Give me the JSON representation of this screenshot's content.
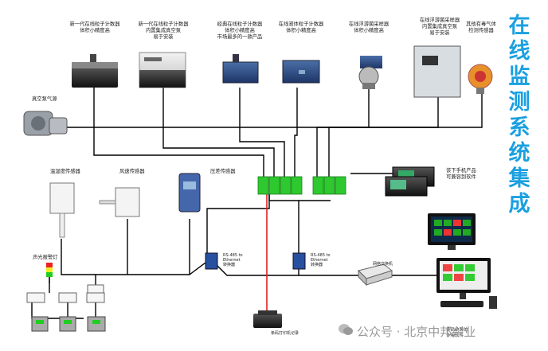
{
  "title": "在线监测系统集成",
  "devices": {
    "p1": "新一代在线粒子计数器\n体积小精度高",
    "p2": "新一代在线粒子计数器\n内置集成真空泵\n易于安装",
    "p3": "经典在线粒子计数器\n体积小精度高\n市场最多的一款产品",
    "p4": "在线液体粒子计数器\n体积小精度高",
    "p5": "在线浮游菌采样器\n体积小精度高",
    "p6": "在线浮游菌采样器\n内置集成真空泵\n易于安装",
    "gas": "其他有毒气体\n检测传感器",
    "vacuum": "真空泵气源",
    "humidity": "温湿度传感器",
    "wind": "风速传感器",
    "pressure": "压差传感器",
    "alarm": "声光报警灯",
    "handheld": "该下手机产品\n可兼容到软件",
    "conv1": "RS-485 to\nEthernet\n转换器",
    "conv2": "RS-485 to\nEthernet\n转换器",
    "switch": "网络交换机",
    "printer": "条码打印机记录",
    "software": "条码统筹的\n专用软件"
  },
  "watermark": "公众号 · 北京中邦兴业",
  "colors": {
    "wire": "#000000",
    "power_wire": "#e02020",
    "module": "#2ec92e",
    "title": "#1aa0e0"
  }
}
